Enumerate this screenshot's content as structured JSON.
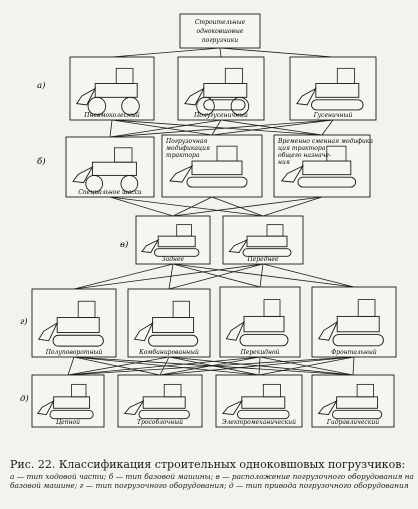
{
  "root": [
    "Строительные",
    "одноковшовые",
    "погрузчики"
  ],
  "rows": [
    {
      "letter": "а)",
      "items": [
        "Пневмоколесный",
        "Полугусеничный",
        "Гусеничный"
      ]
    },
    {
      "letter": "б)",
      "items": [
        [
          "Специальное шасси"
        ],
        [
          "Погрузочная",
          "модификация",
          "трактора"
        ],
        [
          "Временно сменная модифика",
          "ция трактора",
          "общего назначе-",
          "ния"
        ]
      ]
    },
    {
      "letter": "в)",
      "items": [
        "Заднее",
        "Переднее"
      ]
    },
    {
      "letter": "г)",
      "items": [
        "Полуповоротный",
        "Комбинированный",
        "Перекидной",
        "Фронтальный"
      ]
    },
    {
      "letter": "д)",
      "items": [
        "Цепной",
        "Трособлочный",
        "Электромеханический",
        "Гидравлический"
      ]
    }
  ],
  "caption": {
    "title": "Рис. 22. Классификация строительных одноковшовых погрузчиков:",
    "legend": "а — тип ходовой части; б — тип базовой машины; в — расположение погрузочного оборудования на базовой машине; г — тип погрузочного оборудования; д — тип привода погрузочного оборудования"
  },
  "colors": {
    "ink": "#1b1b1b",
    "paper": "#f4f2ee"
  }
}
